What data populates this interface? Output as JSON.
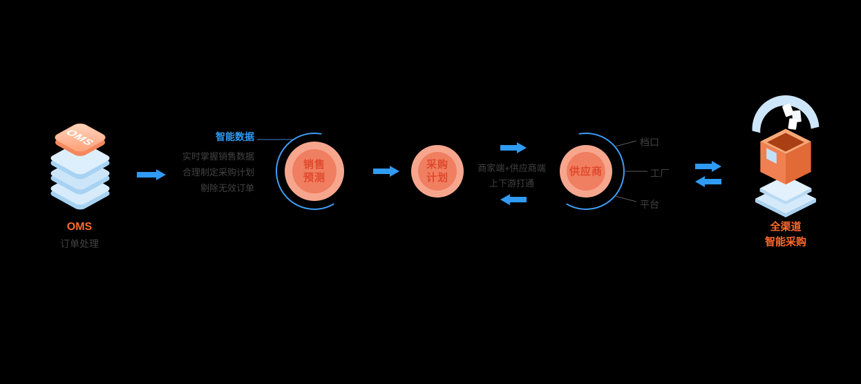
{
  "colors": {
    "background": "#000000",
    "accent_blue": "#2f9bf5",
    "arc_blue": "#3f9ef6",
    "node_fill": "#f7a68e",
    "node_fill_dark": "#f07e60",
    "node_text": "#e0492c",
    "orange_text": "#ff6a2c",
    "dim_text": "#424242"
  },
  "icons": {
    "oms_stack_icon": "isometric orange OMS tile on stacked blue slabs",
    "procurement_box_icon": "isometric orange box receiving papers with blue swoosh"
  },
  "oms": {
    "icon_label": "OMS",
    "title": "OMS",
    "subtitle": "订单处理"
  },
  "smart_data": {
    "title": "智能数据",
    "items": [
      "实时掌握销售数据",
      "合理制定采购计划",
      "剔除无效订单"
    ]
  },
  "nodes": {
    "sales_forecast": {
      "line1": "销售",
      "line2": "预测"
    },
    "purchase_plan": {
      "line1": "采购",
      "line2": "计划"
    },
    "supplier": {
      "label": "供应商"
    }
  },
  "mid_link": {
    "line1": "商家端+供应商端",
    "line2": "上下游打通"
  },
  "supplier_channels": [
    "档口",
    "工厂",
    "平台"
  ],
  "result": {
    "line1": "全渠道",
    "line2": "智能采购"
  }
}
